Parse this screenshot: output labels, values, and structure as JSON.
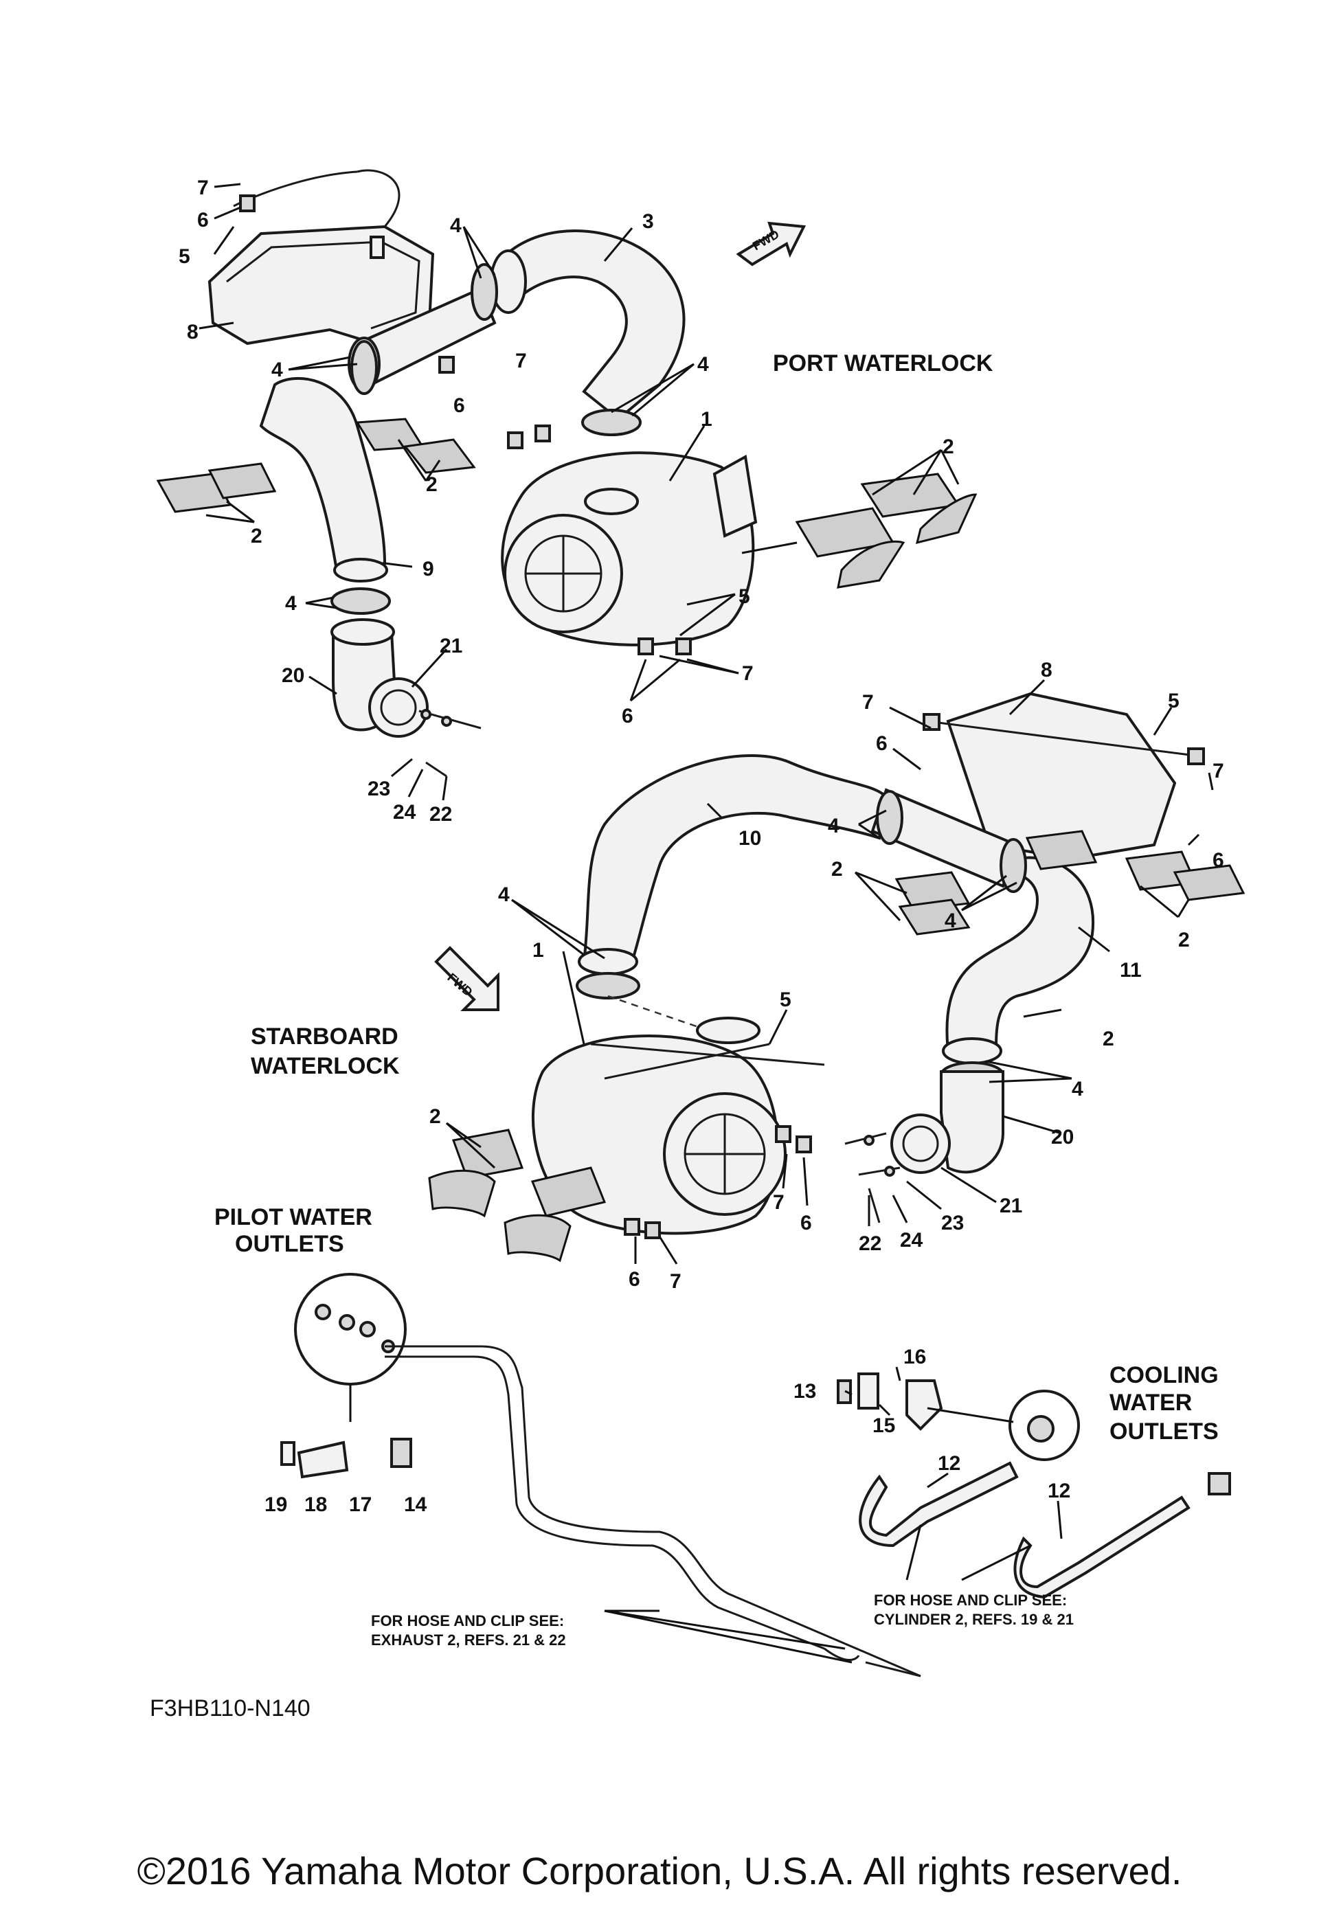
{
  "labels": {
    "port_waterlock": "PORT WATERLOCK",
    "starboard_waterlock_l1": "STARBOARD",
    "starboard_waterlock_l2": "WATERLOCK",
    "pilot_water_l1": "PILOT WATER",
    "pilot_water_l2": "OUTLETS",
    "cooling_water_l1": "COOLING",
    "cooling_water_l2": "WATER",
    "cooling_water_l3": "OUTLETS",
    "fwd": "FWD"
  },
  "notes": {
    "exhaust_l1": "FOR HOSE AND CLIP SEE:",
    "exhaust_l2": "EXHAUST 2, REFS. 21 & 22",
    "cylinder_l1": "FOR HOSE AND CLIP SEE:",
    "cylinder_l2": "CYLINDER 2, REFS. 19 & 21"
  },
  "drawing_code": "F3HB110-N140",
  "copyright": "©2016 Yamaha Motor Corporation, U.S.A. All rights reserved.",
  "callouts": {
    "c7a": "7",
    "c6a": "6",
    "c5a": "5",
    "c8a": "8",
    "c4a": "4",
    "c3": "3",
    "c4b": "4",
    "c7b": "7",
    "c6b": "6",
    "c4c": "4",
    "c1a": "1",
    "c2a": "2",
    "c2b": "2",
    "c2c": "2",
    "c9": "9",
    "c4d": "4",
    "c5b": "5",
    "c21a": "21",
    "c20a": "20",
    "c7c": "7",
    "c6c": "6",
    "c23a": "23",
    "c24a": "24",
    "c22a": "22",
    "c8b": "8",
    "c5c": "5",
    "c7d": "7",
    "c6d": "6",
    "c7e": "7",
    "c6e": "6",
    "c10": "10",
    "c4e": "4",
    "c2d": "2",
    "c4f": "4",
    "c2e": "2",
    "c11": "11",
    "c4g": "4",
    "c1b": "1",
    "c5d": "5",
    "c2f": "2",
    "c4h": "4",
    "c20b": "20",
    "c2g": "2",
    "c21b": "21",
    "c23b": "23",
    "c24b": "24",
    "c22b": "22",
    "c7f": "7",
    "c6f": "6",
    "c6g": "6",
    "c7g": "7",
    "c16": "16",
    "c13": "13",
    "c15": "15",
    "c12a": "12",
    "c12b": "12",
    "c19": "19",
    "c18": "18",
    "c17": "17",
    "c14": "14"
  }
}
